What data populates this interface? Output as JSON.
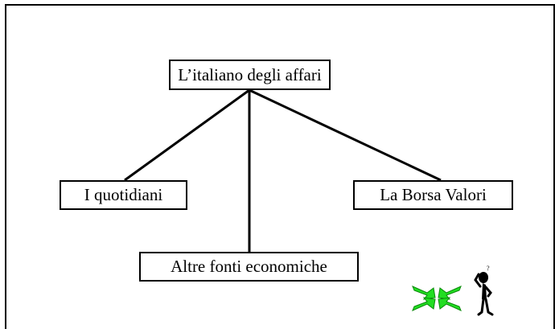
{
  "diagram": {
    "root": "L’italiano degli affari",
    "children": {
      "left": "I quotidiani",
      "right": "La Borsa Valori",
      "bottom": "Altre fonti economiche"
    }
  },
  "icons": {
    "navigation": "green-double-arrows-icon",
    "figure": "thinking-stick-figure-icon"
  },
  "colors": {
    "background": "#ffffff",
    "stroke": "#000000",
    "arrows": "#22dd22"
  }
}
